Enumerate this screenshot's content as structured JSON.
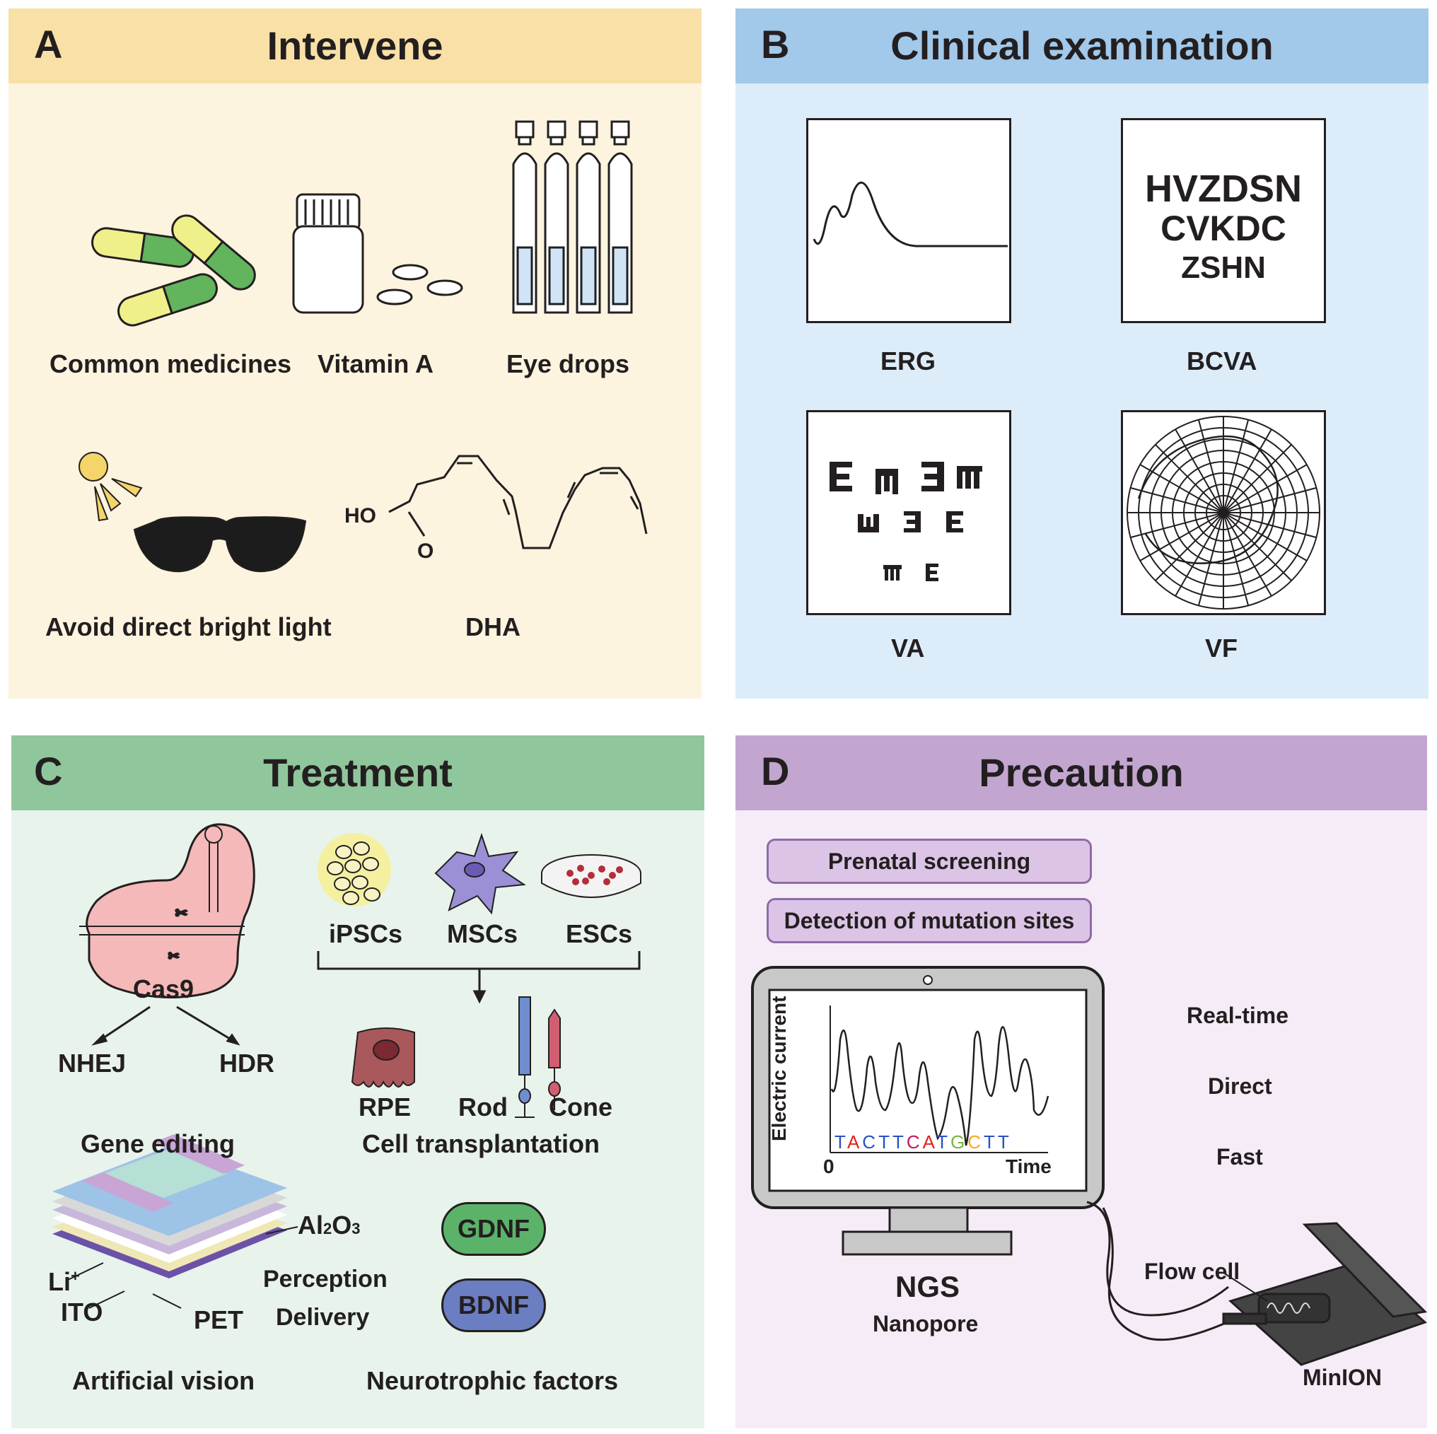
{
  "colors": {
    "panelA_header": "#f9e0a6",
    "panelA_body": "#fdf4df",
    "panelB_header": "#a2c8ea",
    "panelB_body": "#ddecf9",
    "panelC_header": "#90c69c",
    "panelC_body": "#e8f3ec",
    "panelD_header": "#c2a6d0",
    "panelD_body": "#f6ecf7",
    "capsule_yellow": "#eff08a",
    "capsule_green": "#62b45d",
    "gdnf": "#5bb36a",
    "bdnf": "#6b7ec2"
  },
  "panelA": {
    "letter": "A",
    "title": "Intervene",
    "labels": {
      "common_medicines": "Common medicines",
      "vitamin_a": "Vitamin A",
      "eye_drops": "Eye drops",
      "avoid_light": "Avoid direct bright light",
      "dha": "DHA",
      "ho": "HO",
      "o": "O"
    }
  },
  "panelB": {
    "letter": "B",
    "title": "Clinical examination",
    "erg_label": "ERG",
    "bcva_label": "BCVA",
    "va_label": "VA",
    "vf_label": "VF",
    "bcva_lines": [
      "HVZDSN",
      "CVKDC",
      "ZSHN"
    ]
  },
  "panelC": {
    "letter": "C",
    "title": "Treatment",
    "cas9": "Cas9",
    "nhej": "NHEJ",
    "hdr": "HDR",
    "gene_editing": "Gene editing",
    "ipscs": "iPSCs",
    "mscs": "MSCs",
    "escs": "ESCs",
    "rpe": "RPE",
    "rod": "Rod",
    "cone": "Cone",
    "cell_transplantation": "Cell transplantation",
    "al2o3_main": "Al",
    "al2o3_sub1": "2",
    "al2o3_mid": "O",
    "al2o3_sub2": "3",
    "li_main": "Li",
    "li_sup": "+",
    "ito": "ITO",
    "pet": "PET",
    "perception": "Perception",
    "delivery": "Delivery",
    "artificial_vision": "Artificial vision",
    "gdnf": "GDNF",
    "bdnf": "BDNF",
    "neurotrophic_factors": "Neurotrophic factors"
  },
  "panelD": {
    "letter": "D",
    "title": "Precaution",
    "prenatal": "Prenatal screening",
    "detection": "Detection of mutation sites",
    "y_axis": "Electric current",
    "x_zero": "0",
    "x_axis": "Time",
    "bases": [
      "T",
      "A",
      "C",
      "T",
      "T",
      "C",
      "A",
      "T",
      "G",
      "C",
      "T",
      "T"
    ],
    "real_time": "Real-time",
    "direct": "Direct",
    "fast": "Fast",
    "ngs": "NGS",
    "nanopore": "Nanopore",
    "flow_cell": "Flow cell",
    "minion": "MinION"
  }
}
